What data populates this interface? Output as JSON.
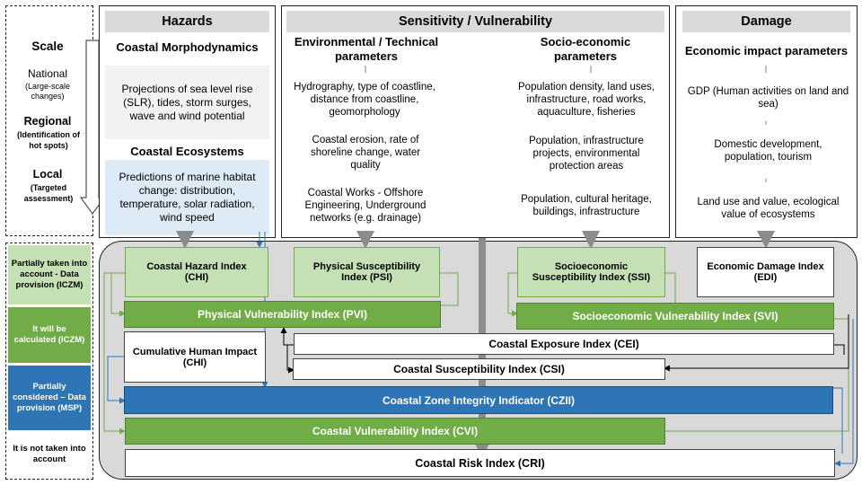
{
  "scale": {
    "title": "Scale",
    "national": "National",
    "national_sub": "(Large-scale changes)",
    "regional": "Regional",
    "regional_sub": "(Identification of hot spots)",
    "local": "Local",
    "local_sub": "(Targeted assessment)"
  },
  "hazards": {
    "header": "Hazards",
    "morpho_title": "Coastal Morphodynamics",
    "morpho_text": "Projections of sea level rise (SLR), tides, storm surges, wave and wind potential",
    "eco_title": "Coastal Ecosystems",
    "eco_text": "Predictions of marine habitat change: distribution, temperature, solar radiation, wind speed"
  },
  "sensitivity": {
    "header": "Sensitivity / Vulnerability",
    "env_title": "Environmental / Technical parameters",
    "env_items": [
      "Hydrography, type of coastline, distance from coastline, geomorphology",
      "Coastal erosion, rate of shoreline change, water quality",
      "Coastal Works - Offshore Engineering, Underground networks (e.g. drainage)"
    ],
    "soc_title": "Socio-economic parameters",
    "soc_items": [
      "Population density, land uses, infrastructure, road works, aquaculture, fisheries",
      "Population, infrastructure projects, environmental protection areas",
      "Population, cultural heritage, buildings, infrastructure"
    ]
  },
  "damage": {
    "header": "Damage",
    "title": "Economic impact parameters",
    "items": [
      "GDP (Human activities on land and sea)",
      "Domestic development, population, tourism",
      "Land use and value, ecological value of ecosystems"
    ]
  },
  "legend": {
    "partial": "Partially taken into account - Data provision (ICZM)",
    "calculated": "It will be calculated (ICZM)",
    "msp": "Partially considered – Data provision (MSP)",
    "not_taken": "It is not taken into account"
  },
  "indices": {
    "chi_hazard": "Coastal Hazard Index (CHI)",
    "psi": "Physical Susceptibility Index (PSI)",
    "ssi": "Socioeconomic Susceptibility Index (SSI)",
    "edi": "Economic Damage Index (EDI)",
    "pvi": "Physical Vulnerability Index (PVI)",
    "svi": "Socioeconomic Vulnerability Index (SVI)",
    "chi_human": "Cumulative Human Impact (CHI)",
    "cei": "Coastal Exposure Index (CEI)",
    "csi": "Coastal Susceptibility Index (CSI)",
    "czii": "Coastal Zone Integrity Indicator (CZII)",
    "cvi": "Coastal Vulnerability Index (CVI)",
    "cri": "Coastal Risk Index (CRI)"
  },
  "colors": {
    "light_green": "#c5e0b4",
    "green": "#70ad47",
    "blue": "#2e75b6",
    "grey": "#d9d9d9"
  }
}
